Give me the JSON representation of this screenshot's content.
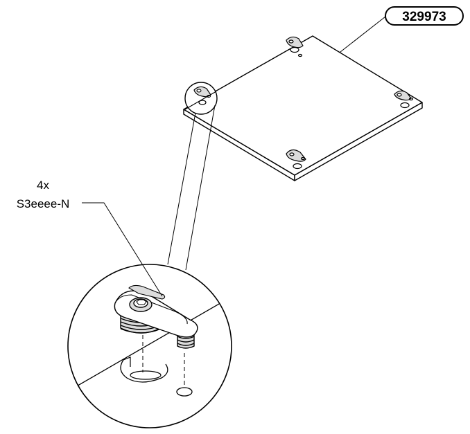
{
  "part_number": "329973",
  "callout": {
    "quantity": "4x",
    "code": "S3eeee-N"
  },
  "colors": {
    "ink": "#000000",
    "paper": "#ffffff",
    "hardware_fill": "#dcdcdc"
  }
}
